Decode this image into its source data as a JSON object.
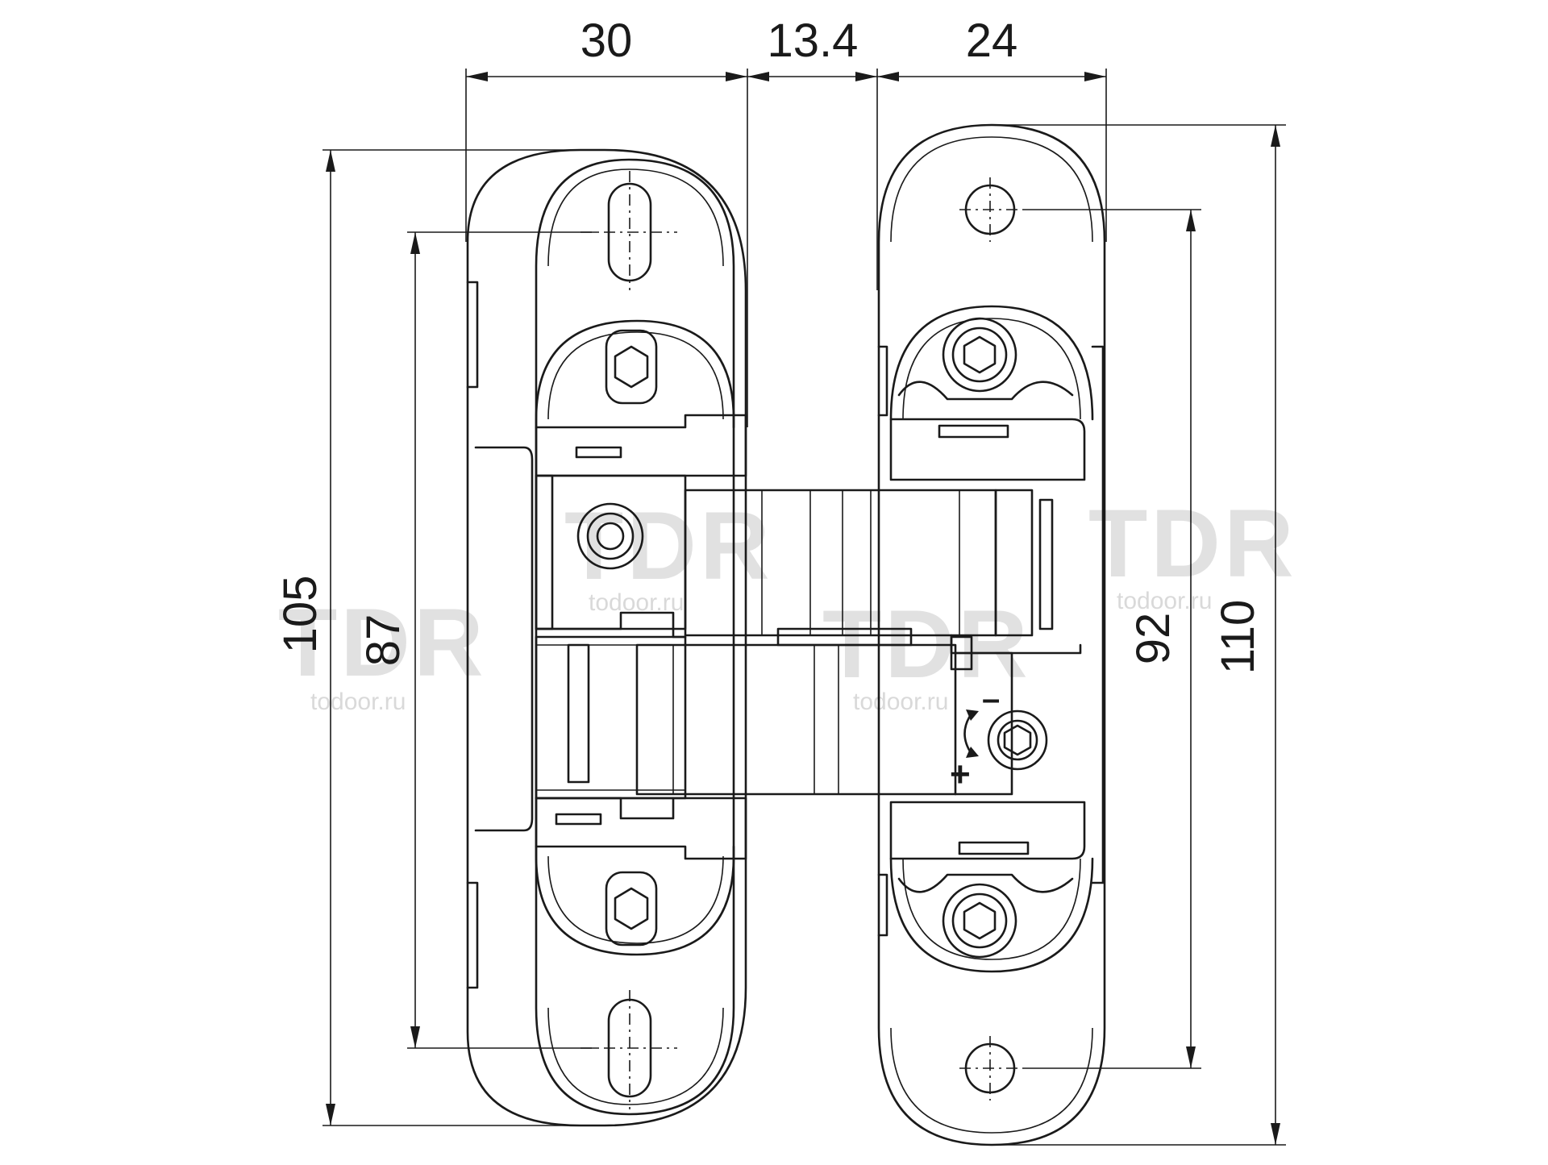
{
  "dimensions": {
    "top_left": "30",
    "top_middle": "13.4",
    "top_right": "24",
    "outer_left_height": "105",
    "inner_left_height": "87",
    "inner_right_height": "92",
    "outer_right_height": "110"
  },
  "adjust_symbols": {
    "minus": "–",
    "plus": "+"
  },
  "watermarks": [
    {
      "logo": "TDR",
      "site": "todoor.ru"
    },
    {
      "logo": "TDR",
      "site": "todoor.ru"
    },
    {
      "logo": "TDR",
      "site": "todoor.ru"
    },
    {
      "logo": "TDR",
      "site": "todoor.ru"
    }
  ],
  "colors": {
    "line": "#1a1a1a",
    "watermark": "#c9c9c9",
    "watermark_accent": "#f2b8a8"
  }
}
